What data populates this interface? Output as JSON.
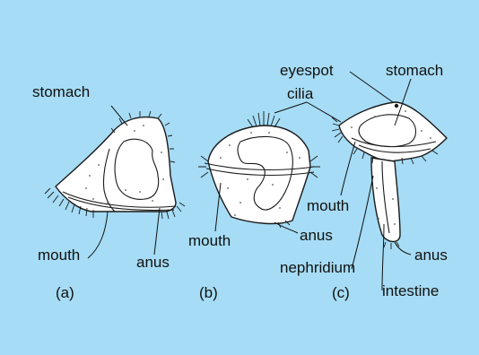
{
  "colors": {
    "background": "#a6dcf5",
    "ink": "#111111",
    "body": "#ffffff"
  },
  "panels": [
    {
      "tag": "(a)",
      "labels": {
        "stomach": "stomach",
        "mouth": "mouth",
        "anus": "anus"
      }
    },
    {
      "tag": "(b)",
      "labels": {
        "mouth": "mouth",
        "anus": "anus"
      }
    },
    {
      "tag": "(c)",
      "labels": {
        "eyespot": "eyespot",
        "stomach": "stomach",
        "cilia": "cilia",
        "mouth": "mouth",
        "nephridium": "nephridium",
        "intestine": "intestine",
        "anus": "anus"
      }
    }
  ]
}
